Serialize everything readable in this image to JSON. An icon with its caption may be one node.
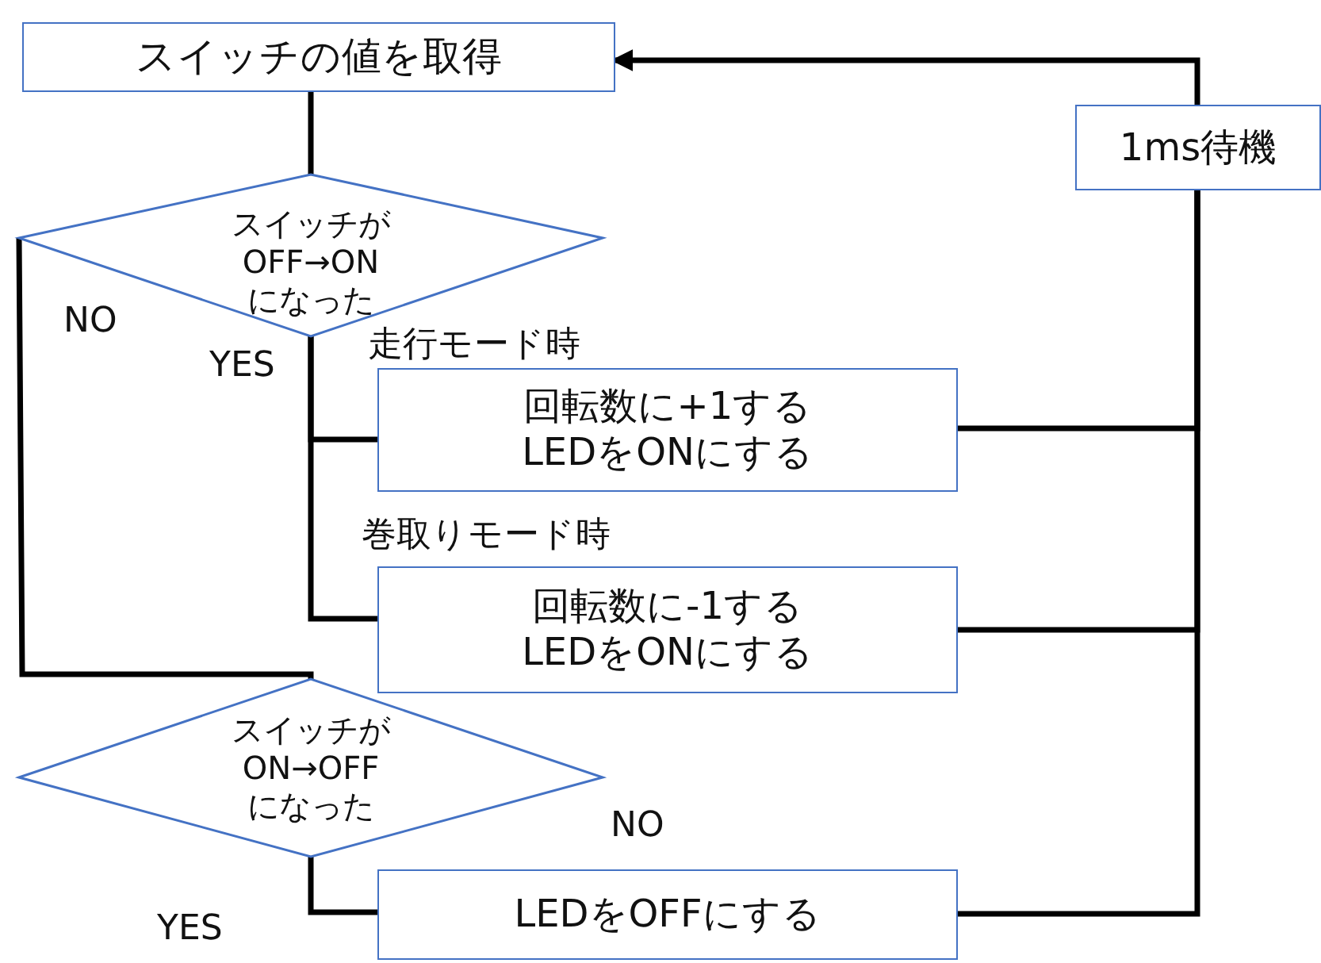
{
  "diagram": {
    "nodes": [
      {
        "text": [
          "スイッチの値を取得"
        ]
      },
      {
        "text": [
          "スイッチがOFF→ONになった"
        ]
      },
      {
        "text": [
          "回転数に+1するLEDをONにする"
        ],
        "beside": [
          "走行モード時"
        ]
      },
      {
        "text": [
          "回転数に-1するLEDをONにする"
        ],
        "beside": [
          "巻取りモード時"
        ]
      },
      {
        "text": [
          "スイッチがON→OFFになった"
        ]
      },
      {
        "text": [
          "LEDをOFFにする"
        ]
      },
      {
        "text": [
          "1ms待機"
        ]
      }
    ],
    "edges": [
      {
        "from": 0,
        "to": 1,
        "arrow": "none"
      },
      {
        "from": 1,
        "to": 2,
        "arrow": "none",
        "label": "YES"
      },
      {
        "from": 1,
        "to": 3,
        "arrow": "none"
      },
      {
        "from": 1,
        "to": 4,
        "arrow": "none",
        "label": "NO"
      },
      {
        "from": 4,
        "to": 5,
        "arrow": "none",
        "label": "YES"
      },
      {
        "from": 2,
        "to": 6,
        "arrow": "none"
      },
      {
        "from": 3,
        "to": 6,
        "arrow": "none"
      },
      {
        "from": 5,
        "to": 6,
        "arrow": "none"
      },
      {
        "from": 6,
        "to": 0,
        "arrow": "to"
      }
    ],
    "labels": [
      "NO"
    ]
  }
}
